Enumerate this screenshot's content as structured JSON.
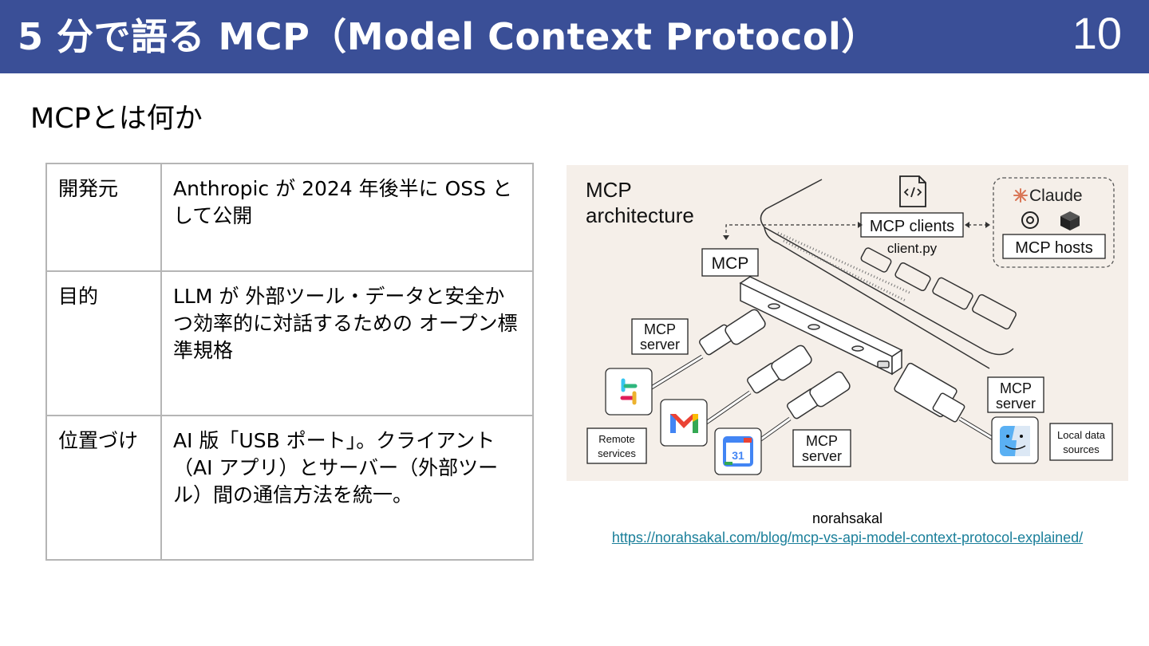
{
  "header": {
    "title": "5 分で語る MCP（Model Context Protocol）",
    "page_number": "10"
  },
  "section_title": "MCPとは何か",
  "table": {
    "rows": [
      {
        "key": "開発元",
        "value": "Anthropic が 2024 年後半に OSS として公開"
      },
      {
        "key": "目的",
        "value": "LLM が 外部ツール・データと安全かつ効率的に対話するための オープン標準規格"
      },
      {
        "key": "位置づけ",
        "value": "AI 版「USB ポート」。クライアント（AI アプリ）とサーバー（外部ツール）間の通信方法を統一。"
      }
    ]
  },
  "figure": {
    "title_line1": "MCP",
    "title_line2": "architecture",
    "mcp_clients": "MCP clients",
    "client_file": "client.py",
    "claude": "Claude",
    "mcp_hosts": "MCP hosts",
    "mcp": "MCP",
    "mcp_server_line1": "MCP",
    "mcp_server_line2": "server",
    "remote_line1": "Remote",
    "remote_line2": "services",
    "local_line1": "Local data",
    "local_line2": "sources",
    "calendar_number": "31",
    "colors": {
      "background": "#f5efe9",
      "claude_orange": "#d97757",
      "gmail_red": "#ea4335",
      "calendar_blue": "#4285f4"
    }
  },
  "credit": {
    "author": "norahsakal",
    "url": "https://norahsakal.com/blog/mcp-vs-api-model-context-protocol-explained/"
  }
}
